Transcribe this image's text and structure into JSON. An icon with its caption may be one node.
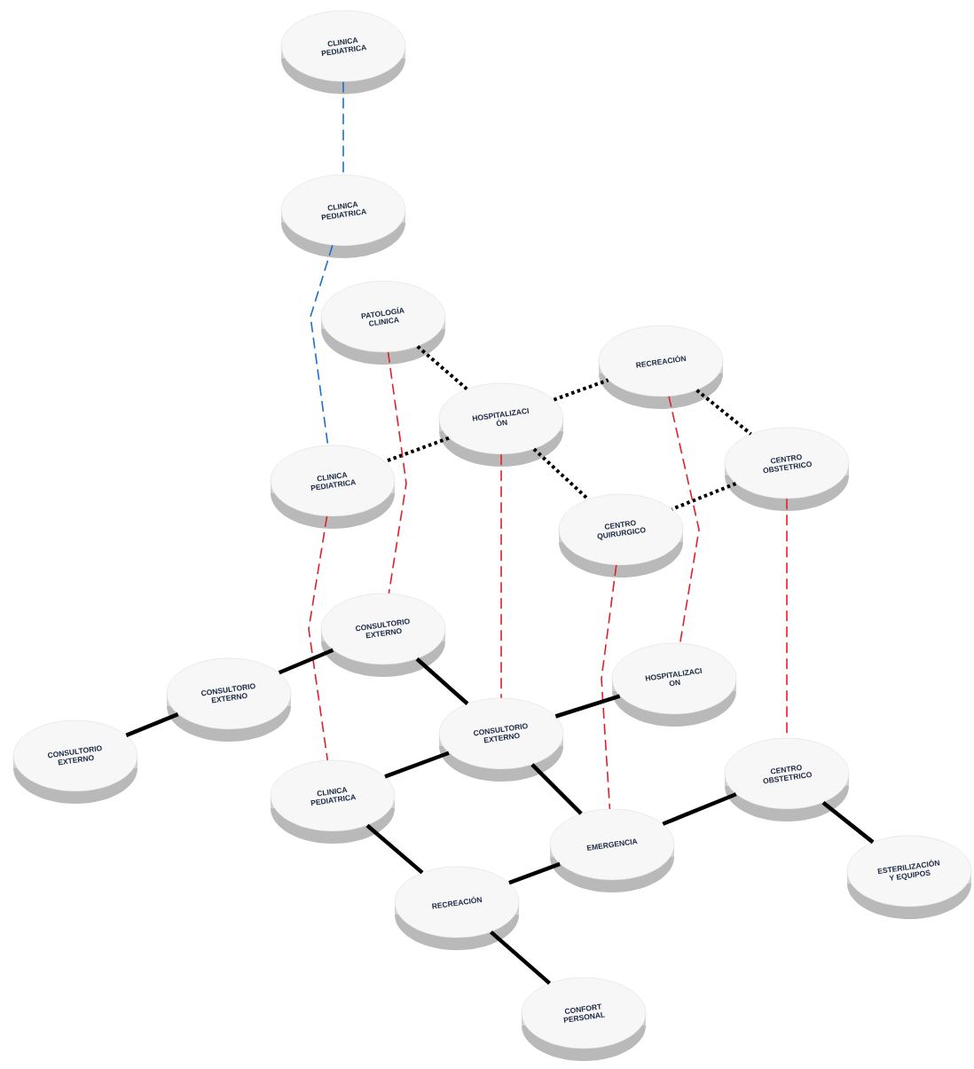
{
  "diagram": {
    "nodes": [
      {
        "text": [
          "CLINICA PEDIATRICA"
        ]
      },
      {
        "text": [
          "CLINICA PEDIATRICA"
        ]
      },
      {
        "text": [
          "PATOLOGÍA CLINICA"
        ]
      },
      {
        "text": [
          "RECREACIÓN"
        ]
      },
      {
        "text": [
          "HOSPITALIZACI ÓN"
        ]
      },
      {
        "text": [
          "CENTRO OBSTETRICO"
        ]
      },
      {
        "text": [
          "CLINICA PEDIATRICA"
        ]
      },
      {
        "text": [
          "CENTRO QUIRURGICO"
        ]
      },
      {
        "text": [
          "CONSULTORIO EXTERNO"
        ]
      },
      {
        "text": [
          "CONSULTORIO EXTERNO"
        ]
      },
      {
        "text": [
          "HOSPITALIZACI ON"
        ]
      },
      {
        "text": [
          "CONSULTORIO EXTERNO"
        ]
      },
      {
        "text": [
          "CONSULTORIO EXTERNO"
        ]
      },
      {
        "text": [
          "CENTRO OBSTETRICO"
        ]
      },
      {
        "text": [
          "CLINICA PEDIATRICA"
        ]
      },
      {
        "text": [
          "EMERGENCIA"
        ]
      },
      {
        "text": [
          "ESTERILIZACIÓN Y EQUIPOS"
        ]
      },
      {
        "text": [
          "RECREACIÓN"
        ]
      },
      {
        "text": [
          "CONFORT PERSONAL"
        ]
      }
    ],
    "edges": [
      {
        "from": 0,
        "to": 1,
        "arrow": "none",
        "style": "dashed",
        "color": "#1f6fc9"
      },
      {
        "from": 1,
        "to": 6,
        "arrow": "none",
        "style": "dashed",
        "color": "#1f6fc9"
      },
      {
        "from": 2,
        "to": 4,
        "arrow": "none",
        "style": "dashed"
      },
      {
        "from": 4,
        "to": 3,
        "arrow": "none",
        "style": "dashed"
      },
      {
        "from": 4,
        "to": 6,
        "arrow": "none",
        "style": "dashed"
      },
      {
        "from": 4,
        "to": 7,
        "arrow": "none",
        "style": "dashed"
      },
      {
        "from": 3,
        "to": 5,
        "arrow": "none",
        "style": "dashed"
      },
      {
        "from": 5,
        "to": 7,
        "arrow": "none",
        "style": "dashed"
      },
      {
        "from": 2,
        "to": 8,
        "arrow": "none",
        "style": "dashed",
        "color": "#e0202a"
      },
      {
        "from": 6,
        "to": 14,
        "arrow": "none",
        "style": "dashed",
        "color": "#e0202a"
      },
      {
        "from": 4,
        "to": 12,
        "arrow": "none",
        "style": "dashed",
        "color": "#e0202a"
      },
      {
        "from": 3,
        "to": 10,
        "arrow": "none",
        "style": "dashed",
        "color": "#e0202a"
      },
      {
        "from": 7,
        "to": 15,
        "arrow": "none",
        "style": "dashed",
        "color": "#e0202a"
      },
      {
        "from": 5,
        "to": 13,
        "arrow": "none",
        "style": "dashed",
        "color": "#e0202a"
      },
      {
        "from": 11,
        "to": 9,
        "arrow": "none"
      },
      {
        "from": 9,
        "to": 8,
        "arrow": "none"
      },
      {
        "from": 8,
        "to": 12,
        "arrow": "none"
      },
      {
        "from": 12,
        "to": 10,
        "arrow": "none"
      },
      {
        "from": 12,
        "to": 14,
        "arrow": "none"
      },
      {
        "from": 12,
        "to": 15,
        "arrow": "none"
      },
      {
        "from": 14,
        "to": 17,
        "arrow": "none"
      },
      {
        "from": 17,
        "to": 15,
        "arrow": "none"
      },
      {
        "from": 15,
        "to": 13,
        "arrow": "none"
      },
      {
        "from": 13,
        "to": 16,
        "arrow": "none"
      },
      {
        "from": 17,
        "to": 18,
        "arrow": "none"
      }
    ]
  }
}
